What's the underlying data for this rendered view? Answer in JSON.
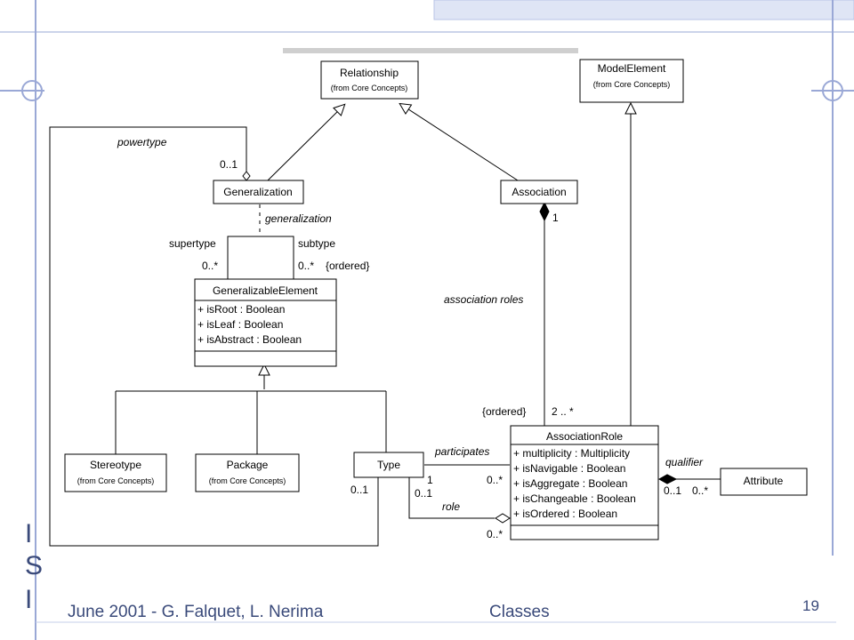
{
  "slide": {
    "footer_left": "June 2001 - G. Falquet, L. Nerima",
    "footer_center": "Classes",
    "page_number": "19",
    "logo_letters": [
      "I",
      "S",
      "I"
    ],
    "accent_color": "#3a4a7a",
    "grid_line_color": "#9aa8d6"
  },
  "diagram": {
    "classes": {
      "relationship": {
        "name": "Relationship",
        "stereotype": "(from Core Concepts)"
      },
      "model_element": {
        "name": "ModelElement",
        "stereotype": "(from Core Concepts)"
      },
      "generalization": {
        "name": "Generalization"
      },
      "association": {
        "name": "Association"
      },
      "generalizable_element": {
        "name": "GeneralizableElement",
        "attributes": [
          "+ isRoot : Boolean",
          "+ isLeaf : Boolean",
          "+ isAbstract : Boolean"
        ]
      },
      "stereotype": {
        "name": "Stereotype",
        "stereotype": "(from Core Concepts)"
      },
      "package": {
        "name": "Package",
        "stereotype": "(from Core Concepts)"
      },
      "type": {
        "name": "Type"
      },
      "association_role": {
        "name": "AssociationRole",
        "attributes": [
          "+ multiplicity : Multiplicity",
          "+ isNavigable : Boolean",
          "+ isAggregate : Boolean",
          "+ isChangeable : Boolean",
          "+ isOrdered : Boolean"
        ]
      },
      "attribute": {
        "name": "Attribute"
      }
    },
    "labels": {
      "powertype": "powertype",
      "powertype_mult": "0..1",
      "generalization_role": "generalization",
      "supertype": "supertype",
      "subtype": "subtype",
      "supertype_mult": "0..*",
      "subtype_mult": "0..*",
      "subtype_ordered": "{ordered}",
      "association_one": "1",
      "association_roles": "association roles",
      "roles_ordered": "{ordered}",
      "roles_mult": "2 .. *",
      "participates": "participates",
      "participates_type_mult": "1",
      "participates_role_mult": "0..*",
      "role": "role",
      "role_type_mult": "0..1",
      "role_assoc_mult": "0..*",
      "type_powertype_mult": "0..1",
      "qualifier": "qualifier",
      "qualifier_role_mult": "0..1",
      "qualifier_attr_mult": "0..*"
    }
  }
}
